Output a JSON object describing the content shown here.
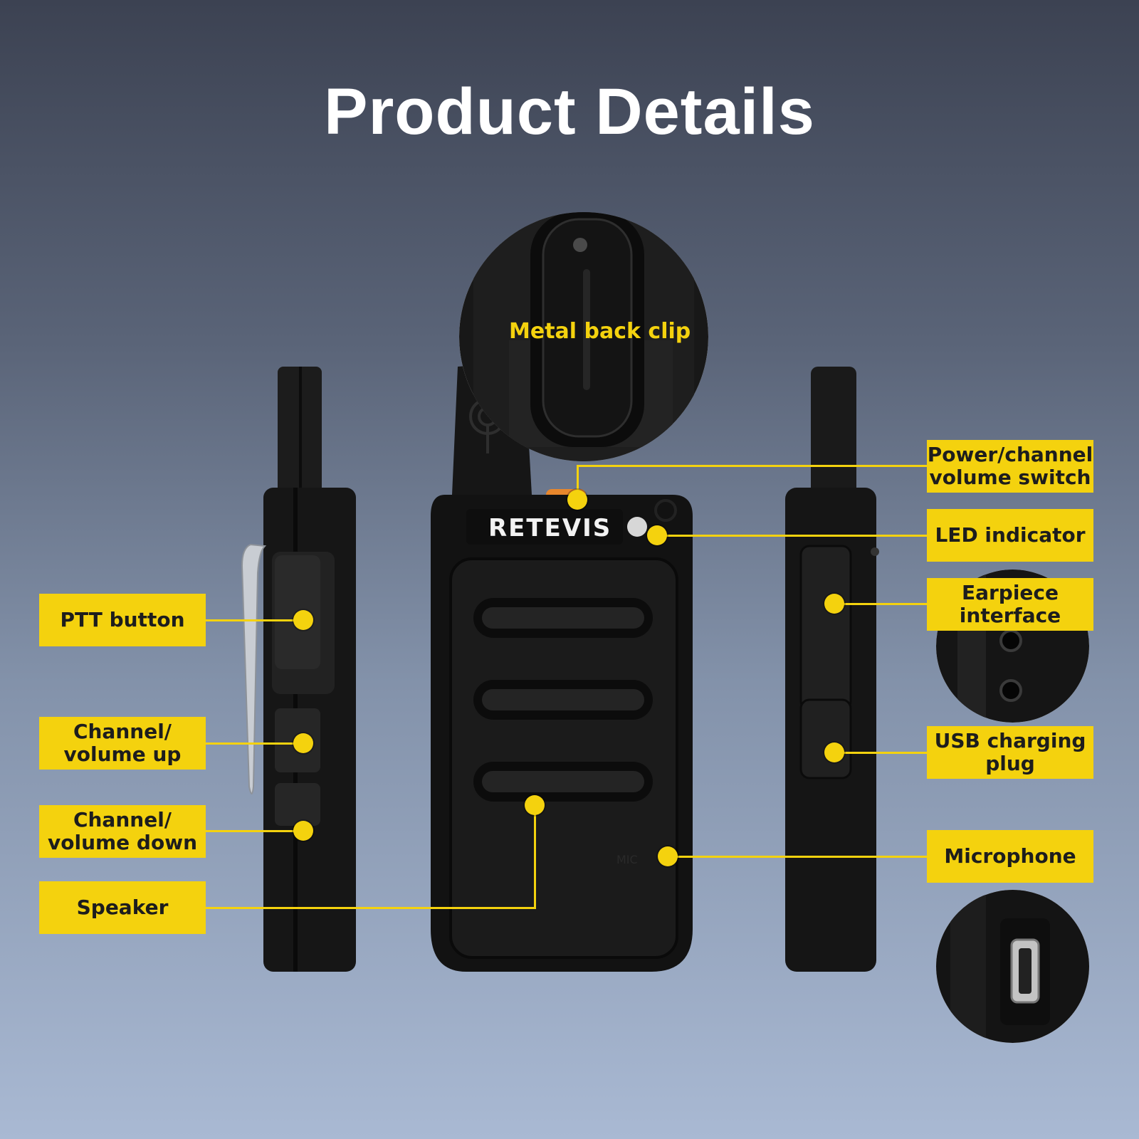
{
  "title": "Product Details",
  "brand": "RETEVIS",
  "mic_marking": "MIC",
  "accent_color": "#f4d20e",
  "callouts": {
    "back_clip": "Metal back clip"
  },
  "labels": {
    "ptt": "PTT button",
    "ch_up": "Channel/\nvolume up",
    "ch_down": "Channel/\nvolume down",
    "speaker": "Speaker",
    "power": "Power/channel\nvolume switch",
    "led": "LED indicator",
    "earpiece": "Earpiece\ninterface",
    "usb": "USB charging\nplug",
    "microphone": "Microphone"
  }
}
